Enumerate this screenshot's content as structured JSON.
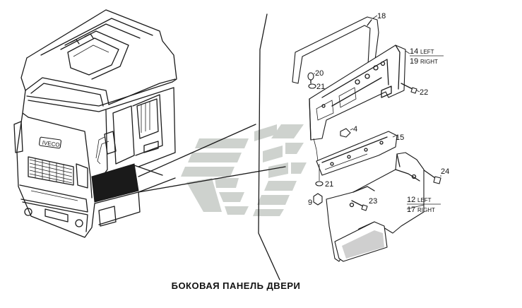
{
  "caption": "БОКОВАЯ ПАНЕЛЬ ДВЕРИ",
  "callouts": {
    "c18": "18",
    "c20": "20",
    "c21a": "21",
    "c22": "22",
    "c4": "4",
    "c15": "15",
    "c24": "24",
    "c21b": "21",
    "c9": "9",
    "c23": "23"
  },
  "fractions": {
    "f14_top": "14",
    "f14_top_side": "LEFT",
    "f14_bottom": "19",
    "f14_bottom_side": "RIGHT",
    "f12_top": "12",
    "f12_top_side": "LEFT",
    "f12_bottom": "17",
    "f12_bottom_side": "RIGHT"
  },
  "truck_badge": "IVECO",
  "colors": {
    "line": "#1a1a1a",
    "watermark": "#c9cec9",
    "highlight": "#111111"
  }
}
